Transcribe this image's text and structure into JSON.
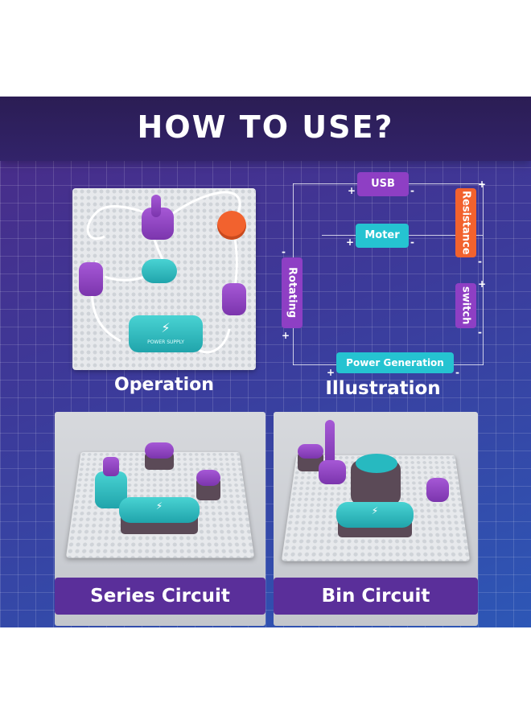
{
  "title": "HOW TO USE?",
  "captions": {
    "operation": "Operation",
    "illustration": "Illustration",
    "series": "Series Circuit",
    "bin": "Bin Circuit"
  },
  "diagram": {
    "usb": "USB",
    "moter": "Moter",
    "resistance": "Resistance",
    "rotating": "Rotating",
    "switch": "switch",
    "power_generation": "Power Generation",
    "plus": "+",
    "minus": "-"
  },
  "product": {
    "power_supply_label": "POWER SUPPLY",
    "bolt": "⚡"
  },
  "colors": {
    "purple": "#8e3fc4",
    "orange": "#f2622e",
    "teal": "#2dbdc3",
    "cyan_box": "#25c3d1"
  }
}
